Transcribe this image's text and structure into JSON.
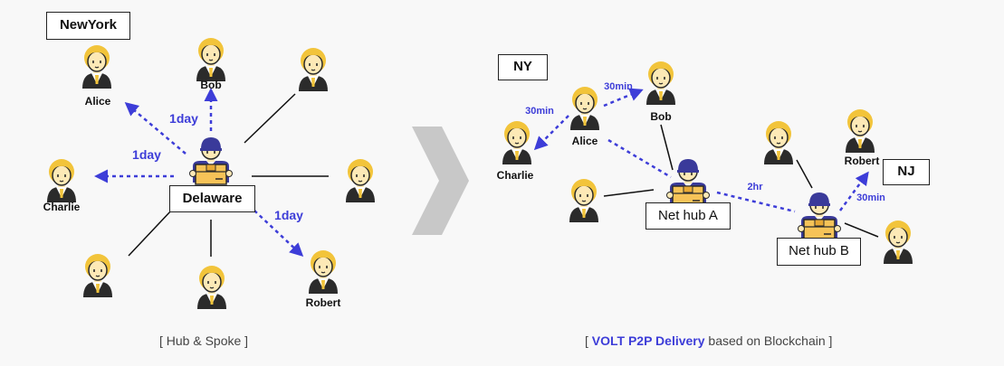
{
  "left": {
    "region_label": "NewYork",
    "hub_label": "Delaware",
    "people": {
      "alice": "Alice",
      "bob": "Bob",
      "charlie": "Charlie",
      "robert": "Robert"
    },
    "times": {
      "alice": "1day",
      "bob": "1day",
      "charlie": "1day",
      "robert": "1day"
    },
    "caption": "[ Hub & Spoke ]"
  },
  "right": {
    "region_ny": "NY",
    "region_nj": "NJ",
    "hub_a": "Net hub A",
    "hub_b": "Net hub B",
    "people": {
      "alice": "Alice",
      "bob": "Bob",
      "charlie": "Charlie",
      "robert": "Robert"
    },
    "times": {
      "alice_bob": "30min",
      "alice_charlie": "30min",
      "hub_link": "2hr",
      "hub_b_robert": "30min"
    },
    "caption": {
      "open": "[ ",
      "highlight": "VOLT P2P Delivery",
      "rest": " based on Blockchain ]"
    }
  },
  "colors": {
    "accent": "#3d3dd8",
    "hair": "#f2c43b",
    "skin": "#fde9b6",
    "suit": "#2b2b2b",
    "box": "#f6c358",
    "courier_cap": "#3a3a9a",
    "arrow_gray": "#c8c8c8"
  }
}
